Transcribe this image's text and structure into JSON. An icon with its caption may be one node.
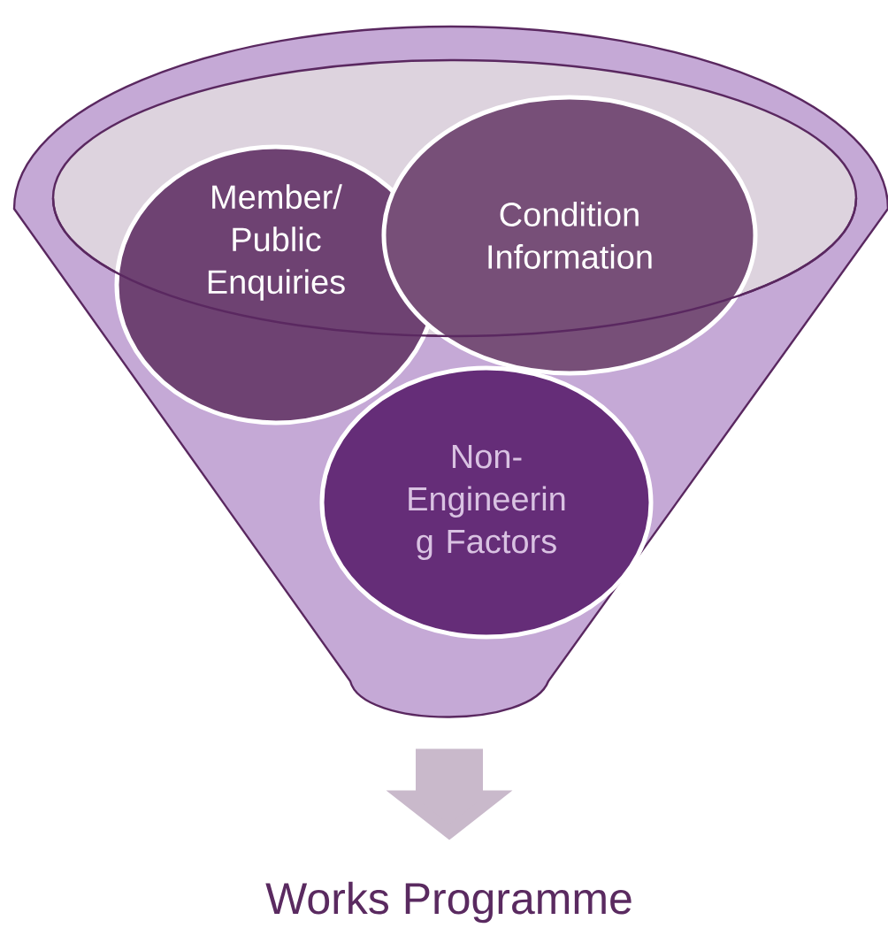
{
  "diagram": {
    "nodes": [
      {
        "text": [],
        "shape": "funnel"
      },
      {
        "text": [
          "Member/ Public Enquiries"
        ],
        "in": 0
      },
      {
        "text": [
          "Condition Information"
        ],
        "in": 0
      },
      {
        "text": [
          "Non- Engineerin g Factors"
        ],
        "in": 0
      },
      {
        "text": [
          "Works Programme"
        ]
      }
    ],
    "edges": [
      {
        "from": 0,
        "to": 4,
        "arrow": "to"
      }
    ]
  }
}
